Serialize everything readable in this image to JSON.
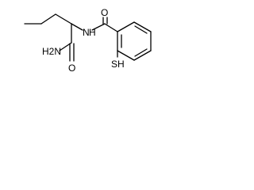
{
  "molecule": {
    "labels": {
      "carbonyl_oxygen": "O",
      "amide_nitrogen": "N",
      "amide_hydrogen": "H",
      "primary_amide_group": "H2N",
      "amide_oxygen": "O",
      "thiol_group": "SH"
    },
    "colors": {
      "bond": "#000000",
      "text": "#000000",
      "background": "#ffffff"
    }
  }
}
